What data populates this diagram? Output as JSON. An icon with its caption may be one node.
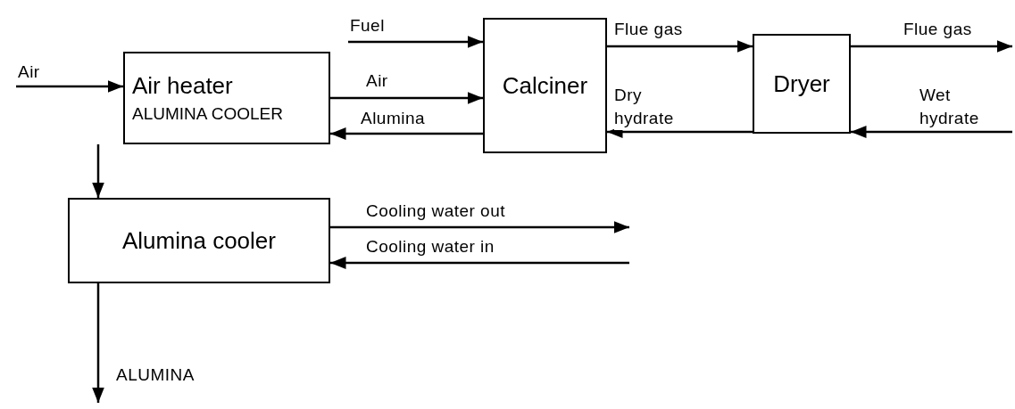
{
  "diagram": {
    "nodes": [
      {
        "text": [
          "Air heater",
          "ALUMINA COOLER"
        ]
      },
      {
        "text": [
          "Calciner"
        ]
      },
      {
        "text": [
          "Dryer"
        ]
      },
      {
        "text": [
          "Alumina cooler"
        ]
      }
    ],
    "edges": [
      {
        "from": null,
        "to": 0,
        "arrow": "to",
        "label": "Air"
      },
      {
        "from": null,
        "to": 1,
        "arrow": "to",
        "label": "Fuel"
      },
      {
        "from": 0,
        "to": 1,
        "arrow": "to",
        "label": "Air"
      },
      {
        "from": 1,
        "to": 0,
        "arrow": "to",
        "label": "Alumina"
      },
      {
        "from": 1,
        "to": 2,
        "arrow": "to",
        "label": "Flue gas"
      },
      {
        "from": 2,
        "to": 1,
        "arrow": "to",
        "label": "Dry hydrate"
      },
      {
        "from": 2,
        "to": null,
        "arrow": "to",
        "label": "Flue gas"
      },
      {
        "from": null,
        "to": 2,
        "arrow": "to",
        "label": "Wet hydrate"
      },
      {
        "from": 0,
        "to": 3,
        "arrow": "to"
      },
      {
        "from": 3,
        "to": null,
        "arrow": "to",
        "label": "Cooling water out"
      },
      {
        "from": null,
        "to": 3,
        "arrow": "to",
        "label": "Cooling water in"
      },
      {
        "from": 3,
        "to": null,
        "arrow": "to",
        "label": "ALUMINA"
      }
    ]
  }
}
